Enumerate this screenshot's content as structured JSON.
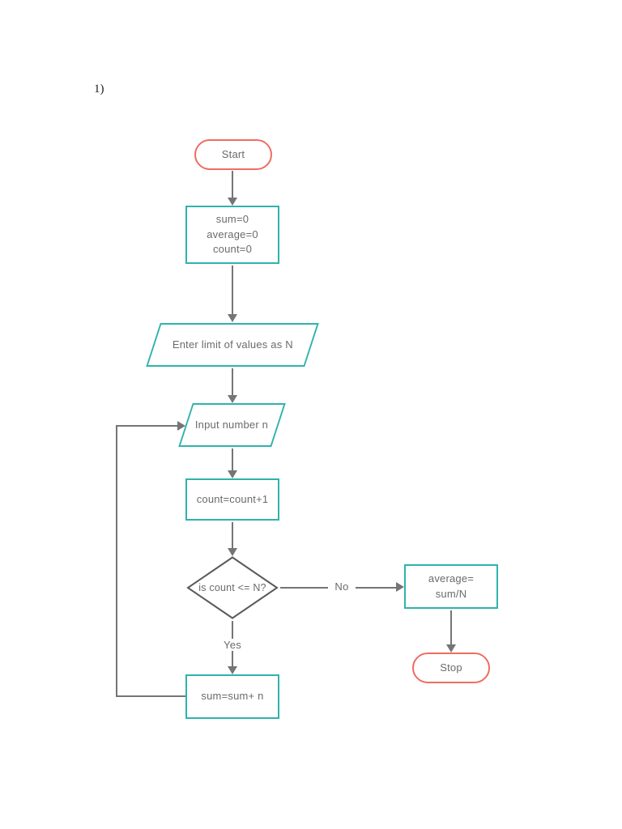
{
  "page": {
    "label": "1)"
  },
  "palette": {
    "teal": "#2fb3ab",
    "red": "#ee6d62",
    "line": "#757575",
    "diamond": "#595959",
    "text": "#6b6b6b"
  },
  "flowchart": {
    "nodes": {
      "start": {
        "type": "terminator",
        "label": "Start"
      },
      "init": {
        "type": "process",
        "lines": [
          "sum=0",
          "average=0",
          "count=0"
        ]
      },
      "enter_limit": {
        "type": "input-output",
        "label": "Enter limit of values as N"
      },
      "input_number": {
        "type": "input-output",
        "label": "Input number n"
      },
      "increment": {
        "type": "process",
        "label": "count=count+1"
      },
      "decision": {
        "type": "decision",
        "label": "is count <= N?"
      },
      "average": {
        "type": "process",
        "lines": [
          "average=",
          "sum/N"
        ]
      },
      "stop": {
        "type": "terminator",
        "label": "Stop"
      },
      "accumulate": {
        "type": "process",
        "label": "sum=sum+ n"
      }
    },
    "edge_labels": {
      "no": "No",
      "yes": "Yes"
    }
  }
}
